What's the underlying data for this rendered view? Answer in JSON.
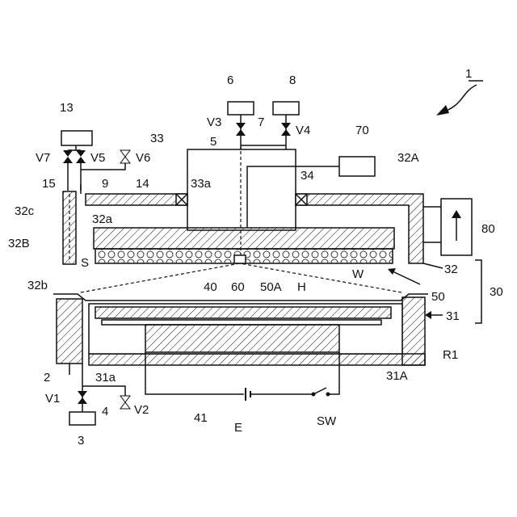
{
  "labels": {
    "l1": "1",
    "l6": "6",
    "l8": "8",
    "l13": "13",
    "v3": "V3",
    "l7": "7",
    "v4": "V4",
    "l70": "70",
    "l33": "33",
    "l5": "5",
    "v7": "V7",
    "v5": "V5",
    "v6": "V6",
    "l15": "15",
    "l9": "9",
    "l14": "14",
    "l32A": "32A",
    "l34": "34",
    "l33a": "33a",
    "l32c": "32c",
    "l32a": "32a",
    "l32B": "32B",
    "l80": "80",
    "l32b": "32b",
    "S": "S",
    "l60": "60",
    "l50A": "50A",
    "W": "W",
    "l32": "32",
    "l30": "30",
    "l40": "40",
    "H": "H",
    "l50": "50",
    "l31": "31",
    "R1": "R1",
    "l2": "2",
    "l31a": "31a",
    "l31A": "31A",
    "v1": "V1",
    "v2": "V2",
    "l4": "4",
    "l41": "41",
    "l3": "3",
    "E": "E",
    "SW": "SW"
  }
}
